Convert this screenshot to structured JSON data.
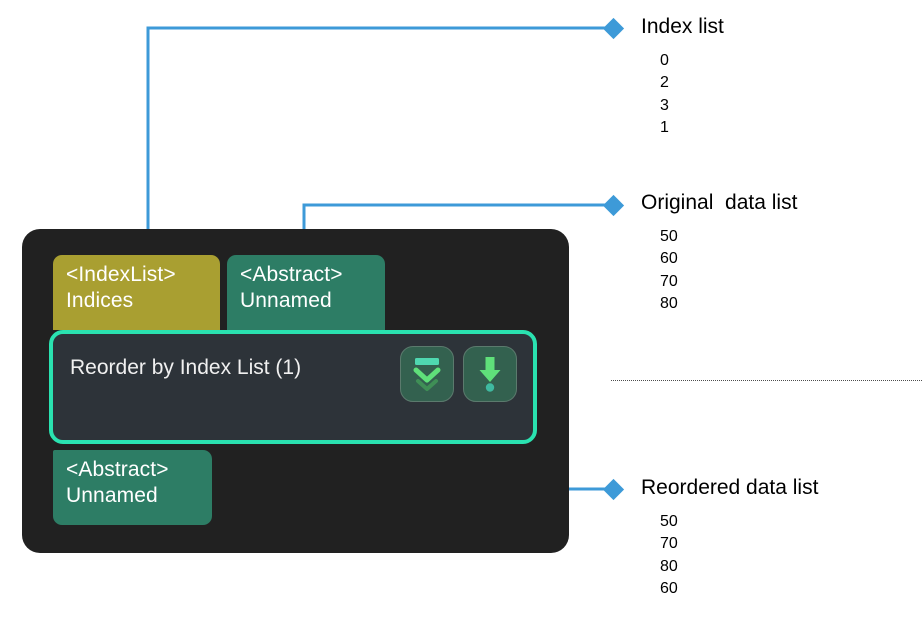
{
  "graph": {
    "input_ports": [
      {
        "type": "<IndexList>",
        "name": "Indices",
        "color": "#a99f31"
      },
      {
        "type": "<Abstract>",
        "name": "Unnamed",
        "color": "#2d7d65"
      }
    ],
    "output_ports": [
      {
        "type": "<Abstract>",
        "name": "Unnamed",
        "color": "#2d7d65"
      }
    ],
    "node": {
      "title": "Reorder by Index List (1)",
      "selected_border_color": "#2ae2b0",
      "body_color": "#2d3339",
      "container_color": "#212121",
      "buttons": [
        {
          "icon": "collapse-chevrons-icon",
          "label": ""
        },
        {
          "icon": "down-arrow-execute-icon",
          "label": ""
        }
      ]
    }
  },
  "annotations": [
    {
      "title": "Index list",
      "values": [
        "0",
        "2",
        "3",
        "1"
      ]
    },
    {
      "title": "Original  data list",
      "values": [
        "50",
        "60",
        "70",
        "80"
      ]
    },
    {
      "title": "Reordered data list",
      "values": [
        "50",
        "70",
        "80",
        "60"
      ]
    }
  ],
  "connector_color": "#3d9ad8"
}
